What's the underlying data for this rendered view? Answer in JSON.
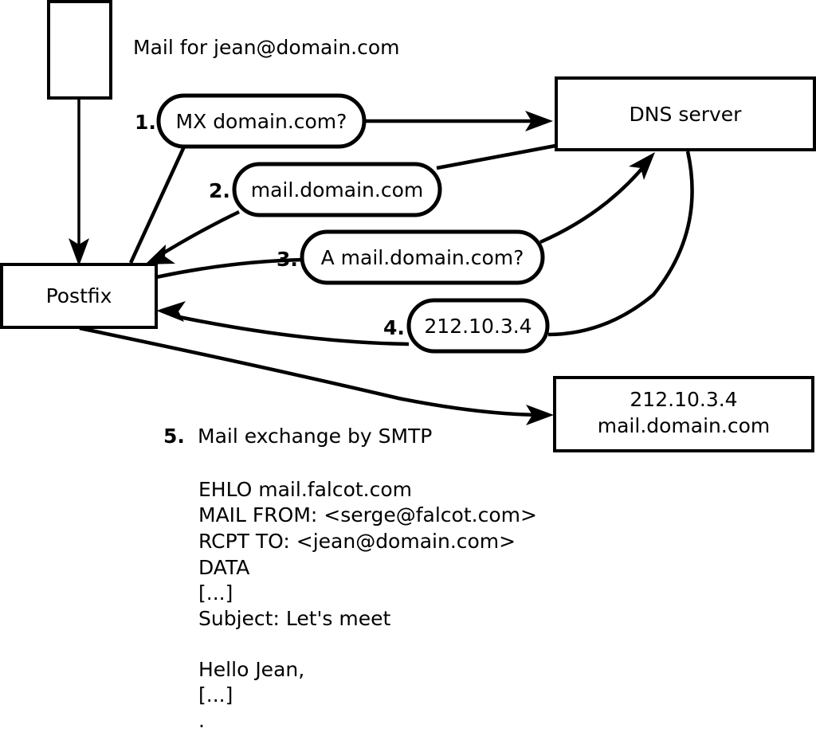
{
  "diagram": {
    "caption": "Mail for jean@domain.com",
    "nodes": {
      "sender": {
        "label": ""
      },
      "postfix": {
        "label": "Postfix"
      },
      "dns": {
        "label": "DNS server"
      },
      "mailserver": {
        "line1": "212.10.3.4",
        "line2": "mail.domain.com"
      }
    },
    "steps": [
      {
        "num": "1.",
        "label": "MX domain.com?"
      },
      {
        "num": "2.",
        "label": "mail.domain.com"
      },
      {
        "num": "3.",
        "label": "A mail.domain.com?"
      },
      {
        "num": "4.",
        "label": "212.10.3.4"
      },
      {
        "num": "5.",
        "label": "Mail exchange by SMTP"
      }
    ],
    "transcript": [
      "EHLO mail.falcot.com",
      "MAIL FROM: <serge@falcot.com>",
      "RCPT TO: <jean@domain.com>",
      "DATA",
      "[...]",
      "Subject: Let's meet",
      "",
      "Hello Jean,",
      "[...]",
      "."
    ],
    "colors": {
      "stroke": "#000000",
      "fill": "#ffffff",
      "text": "#000000"
    }
  }
}
